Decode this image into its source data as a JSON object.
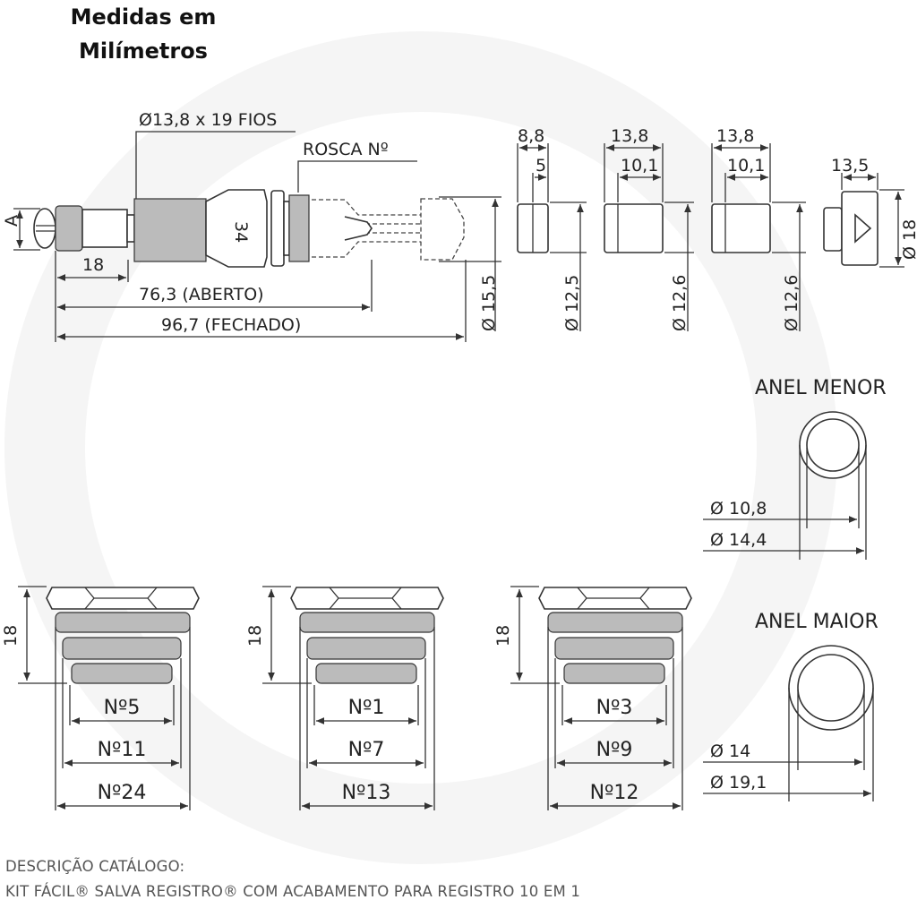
{
  "title": {
    "line1": "Medidas em",
    "line2": "Milímetros"
  },
  "main_part": {
    "thread_label": "Ø13,8 x 19 FIOS",
    "rosca_label": "ROSCA Nº",
    "hex_mark": "34",
    "dim_a": "A",
    "dim_18": "18",
    "dim_open": "76,3 (ABERTO)",
    "dim_closed": "96,7 (FECHADO)",
    "dim_diameter": "Ø 15,5"
  },
  "small_parts": [
    {
      "top_outer": "8,8",
      "top_inner": "5",
      "diameter": "Ø 12,5"
    },
    {
      "top_outer": "13,8",
      "top_inner": "10,1",
      "diameter": "Ø 12,6"
    },
    {
      "top_outer": "13,8",
      "top_inner": "10,1",
      "diameter": "Ø 12,6"
    },
    {
      "top_inner": "13,5",
      "diameter": "Ø 18"
    }
  ],
  "rings": [
    {
      "name": "ANEL MENOR",
      "inner": "Ø 10,8",
      "outer": "Ø 14,4"
    },
    {
      "name": "ANEL MAIOR",
      "inner": "Ø 14",
      "outer": "Ø 19,1"
    }
  ],
  "plugs": [
    {
      "height": "18",
      "sizes": [
        "Nº5",
        "Nº11",
        "Nº24"
      ]
    },
    {
      "height": "18",
      "sizes": [
        "Nº1",
        "Nº7",
        "Nº13"
      ]
    },
    {
      "height": "18",
      "sizes": [
        "Nº3",
        "Nº9",
        "Nº12"
      ]
    }
  ],
  "description": {
    "heading": "DESCRIÇÃO CATÁLOGO:",
    "text": "KIT FÁCIL® SALVA REGISTRO® COM ACABAMENTO PARA REGISTRO 10 EM 1"
  },
  "colors": {
    "line": "#333333",
    "watermark": "#f3f3f3",
    "desc": "#555555"
  }
}
